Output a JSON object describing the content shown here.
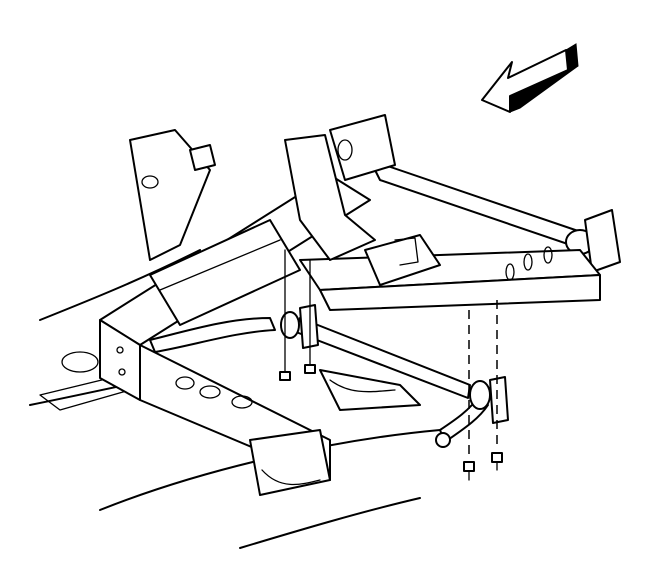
{
  "diagram": {
    "kind": "exploded-view line drawing",
    "colors": {
      "ink": "#000000",
      "paper": "#ffffff"
    },
    "icons": [
      "direction-arrow-icon",
      "bolt-icon",
      "bushing-icon",
      "bracket-icon",
      "stabilizer-bar-icon"
    ],
    "fasteners": {
      "bolts_left_bracket": 2,
      "bolts_right_bracket": 2
    }
  }
}
